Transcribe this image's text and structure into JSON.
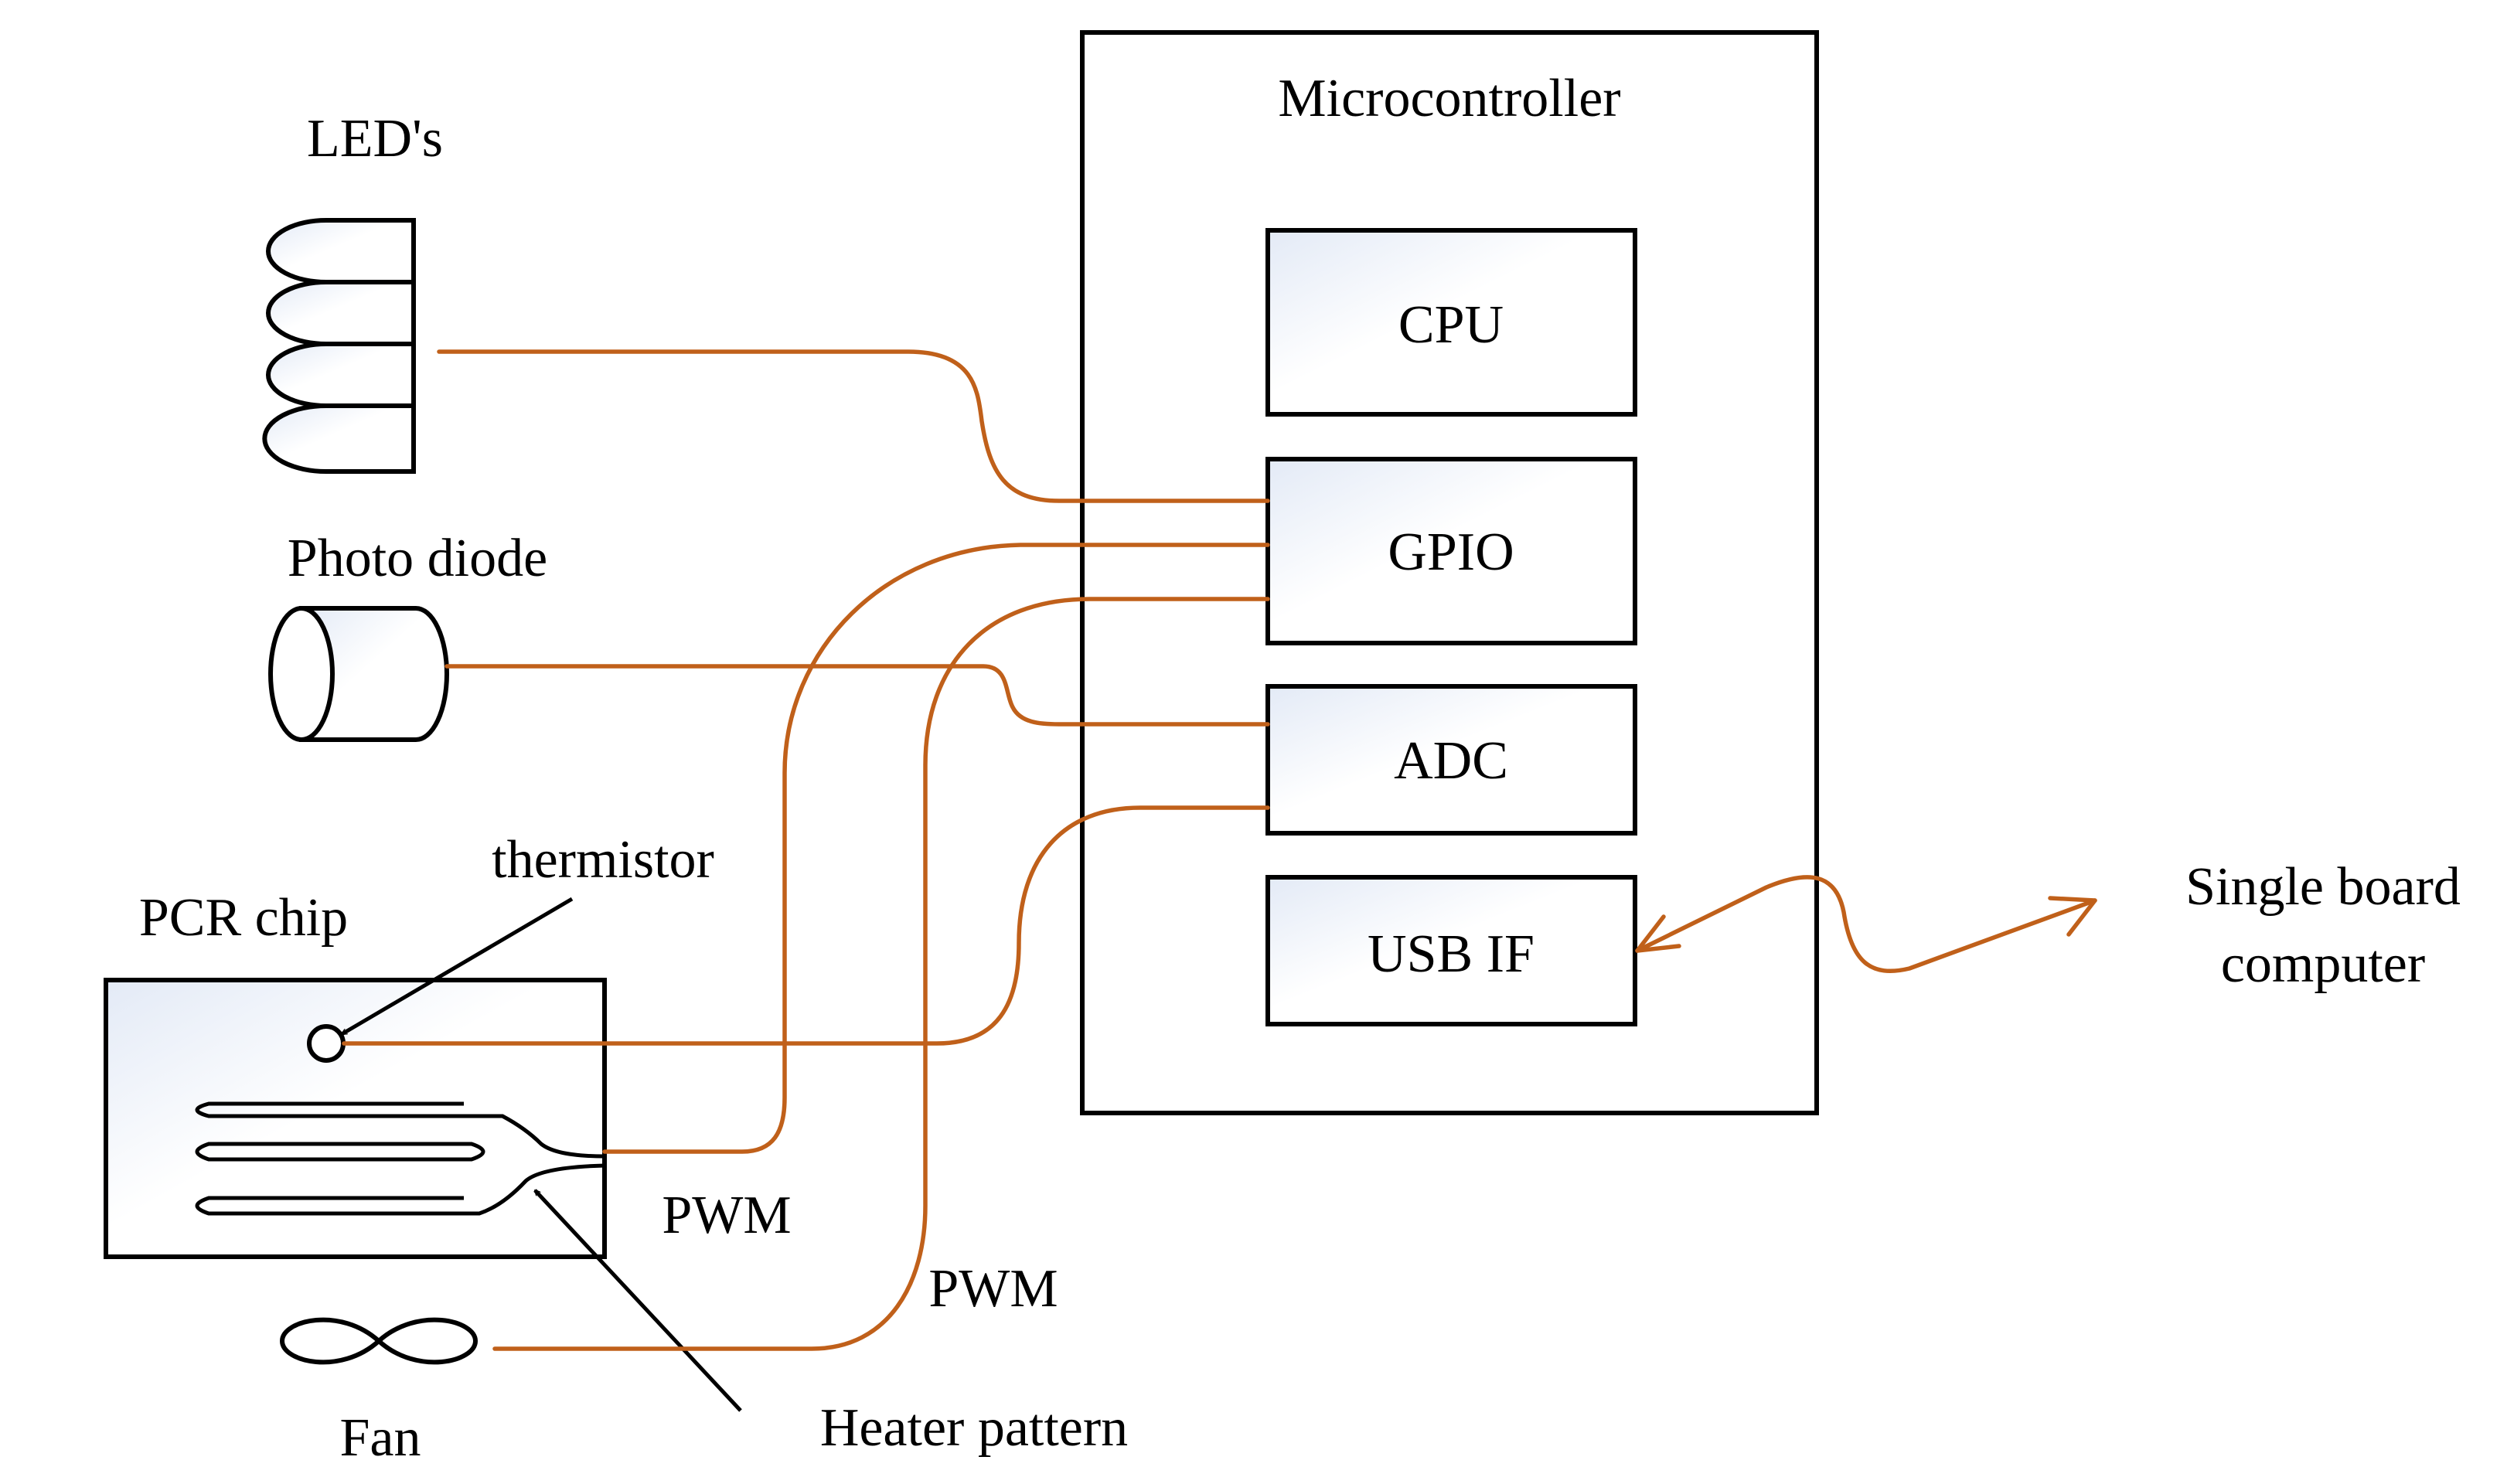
{
  "microcontroller": {
    "title": "Microcontroller",
    "modules": {
      "cpu": "CPU",
      "gpio": "GPIO",
      "adc": "ADC",
      "usb": "USB IF"
    }
  },
  "components": {
    "leds": "LED's",
    "photo_diode": "Photo diode",
    "pcr_chip": "PCR chip",
    "thermistor": "thermistor",
    "heater_pattern": "Heater pattern",
    "fan": "Fan",
    "single_board_computer": [
      "Single board",
      "computer"
    ]
  },
  "signals": {
    "pwm_heater": "PWM",
    "pwm_fan": "PWM"
  },
  "colors": {
    "wire": "#c0601a",
    "box_fill_light": "#e8eef8"
  }
}
